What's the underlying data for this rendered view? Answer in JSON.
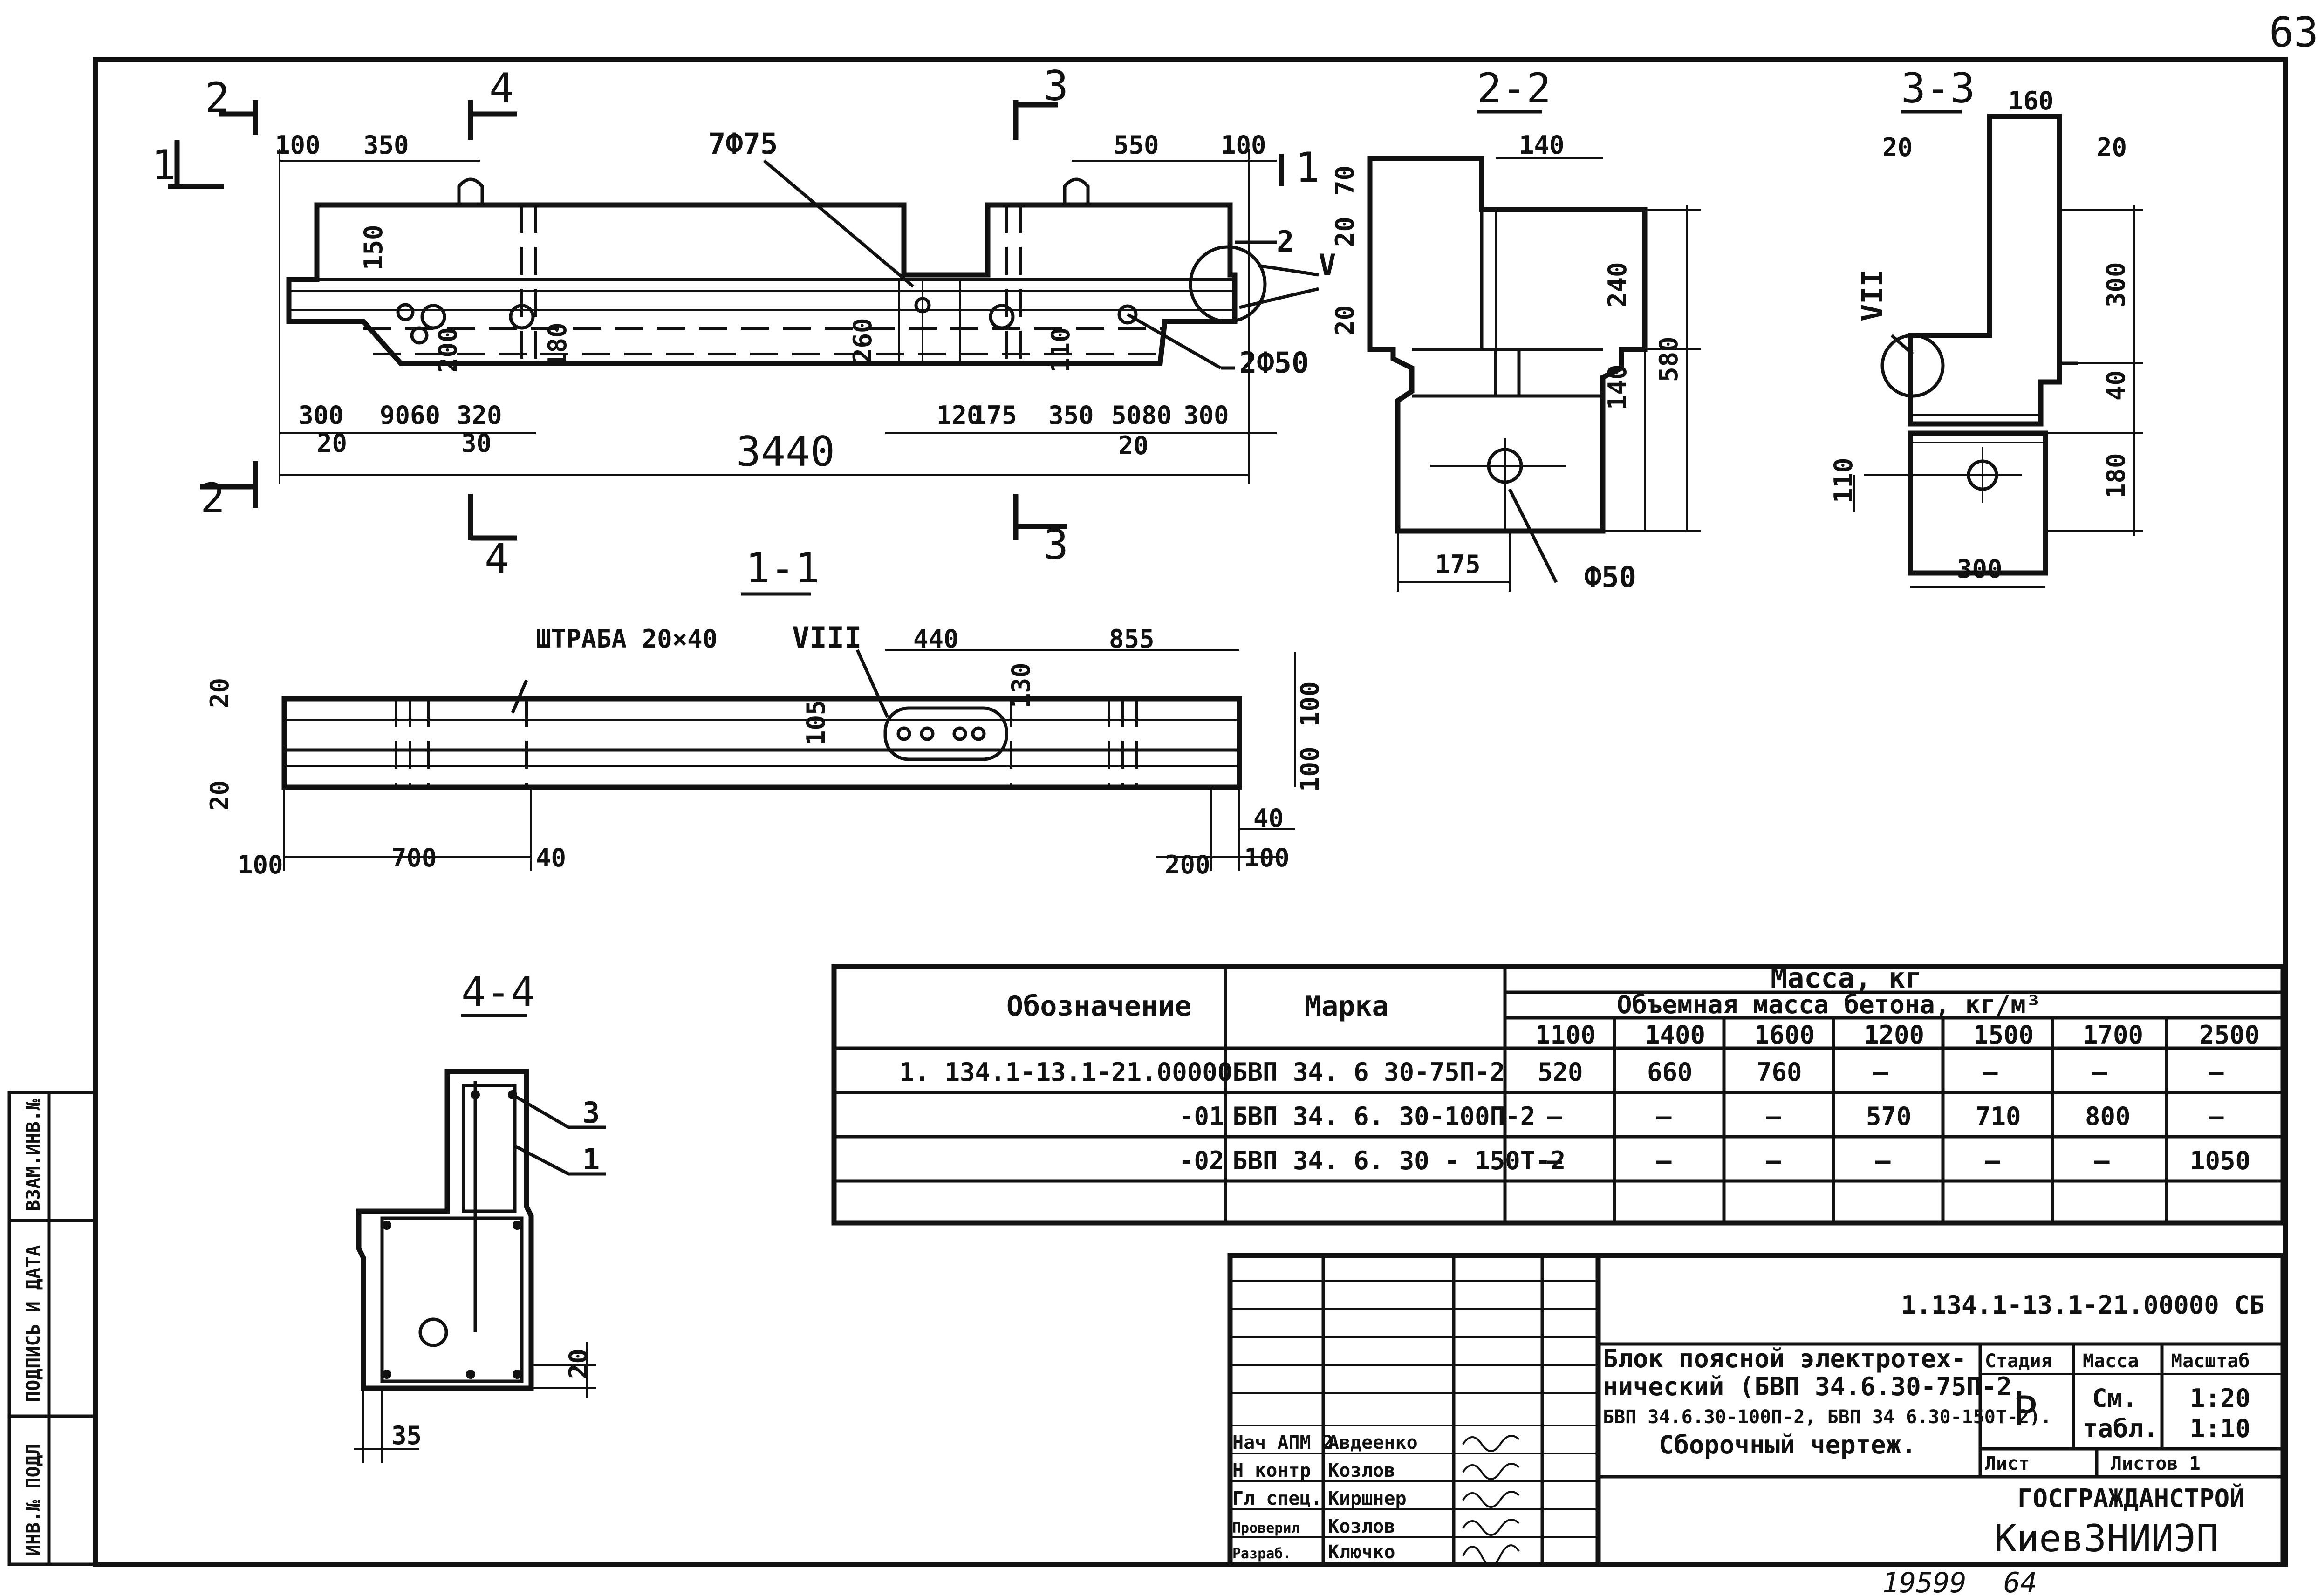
{
  "sheet": {
    "page_number": "63",
    "bottom_left_number": "19599",
    "bottom_right_number": "64"
  },
  "side_stamp": {
    "inv_no_original": "ИНВ.№ ПОДЛ",
    "signature_date": "ПОДПИСЬ И ДАТА",
    "replaced_inv": "ВЗАМ.ИНВ.№"
  },
  "sections": {
    "s11": "1-1",
    "s22": "2-2",
    "s33": "3-3",
    "s44": "4-4",
    "cut1": "1",
    "cut2": "2",
    "cut3": "3",
    "cut4": "4"
  },
  "callouts": {
    "holes_7": "7Ф75",
    "holes_2": "2Ф50",
    "hole_50": "Ф50",
    "groove": "ШТРАБА 20×40",
    "node_v": "V",
    "node_vii": "VII",
    "node_viii": "VIII",
    "pos_1": "1",
    "pos_2": "2",
    "pos_3": "3"
  },
  "dims_front": {
    "d100a": "100",
    "d350": "350",
    "d550": "550",
    "d100b": "100",
    "d150": "150",
    "d200": "200",
    "d180": "180",
    "d260": "260",
    "d110": "110",
    "d300a": "300",
    "d90": "90",
    "d60": "60",
    "d320": "320",
    "d20a": "20",
    "d30": "30",
    "d120": "120",
    "d175": "175",
    "d350b": "350",
    "d50": "50",
    "d80": "80",
    "d300b": "300",
    "d20b": "20",
    "d3440": "3440"
  },
  "dims_22": {
    "d140t": "140",
    "d70": "70",
    "d20a": "20",
    "d240": "240",
    "d20b": "20",
    "d140": "140",
    "d580": "580",
    "d175": "175"
  },
  "dims_33": {
    "d160": "160",
    "d20a": "20",
    "d20b": "20",
    "d300": "300",
    "d40": "40",
    "d110": "110",
    "d180": "180",
    "d300b": "300"
  },
  "dims_11": {
    "d440": "440",
    "d855": "855",
    "d20a": "20",
    "d105": "105",
    "d130": "130",
    "d100a": "100",
    "d20b": "20",
    "d100b": "100",
    "d40": "40",
    "d100c": "100",
    "d700": "700",
    "d40b": "40",
    "d200": "200",
    "d100d": "100"
  },
  "dims_44": {
    "d20": "20",
    "d35": "35"
  },
  "table": {
    "h_designation": "Обозначение",
    "h_mark": "Марка",
    "h_mass": "Масса, кг",
    "h_density": "Объемная масса бетона, кг/м³",
    "densities": [
      "1100",
      "1400",
      "1600",
      "1200",
      "1500",
      "1700",
      "2500"
    ],
    "rows": [
      {
        "designation": "1. 134.1-13.1-21.00000",
        "mark": "БВП 34. 6 30-75П-2",
        "values": [
          "520",
          "660",
          "760",
          "—",
          "—",
          "—",
          "—"
        ]
      },
      {
        "designation": "-01",
        "mark": "БВП 34. 6. 30-100П-2",
        "values": [
          "—",
          "—",
          "—",
          "570",
          "710",
          "800",
          "—"
        ]
      },
      {
        "designation": "-02",
        "mark": "БВП 34. 6. 30 - 150Т-2",
        "values": [
          "—",
          "—",
          "—",
          "—",
          "—",
          "—",
          "1050"
        ]
      }
    ]
  },
  "title_block": {
    "doc_code": "1.134.1-13.1-21.00000 СБ",
    "title_1": "Блок поясной электротех-",
    "title_2": "нический (БВП 34.6.30-75П-2,",
    "title_3": "БВП 34.6.30-100П-2, БВП 34 6.30-150Т-2).",
    "title_4": "Сборочный чертеж.",
    "stage_label": "Стадия",
    "mass_label": "Масса",
    "scale_label": "Масштаб",
    "stage": "Р",
    "mass_1": "См.",
    "mass_2": "табл.",
    "scale_1": "1:20",
    "scale_2": "1:10",
    "sheet_label": "Лист",
    "sheets_label": "Листов 1",
    "org_1": "ГОСГРАЖДАНСТРОЙ",
    "org_2": "КиевЗНИИЭП",
    "roles": [
      {
        "role": "Нач АПМ 2",
        "name": "Авдеенко"
      },
      {
        "role": "Н контр",
        "name": "Козлов"
      },
      {
        "role": "Гл спец.",
        "name": "Киршнер"
      },
      {
        "role": "Проверил",
        "name": "Козлов"
      },
      {
        "role": "Разраб.",
        "name": "Ключко"
      }
    ]
  }
}
